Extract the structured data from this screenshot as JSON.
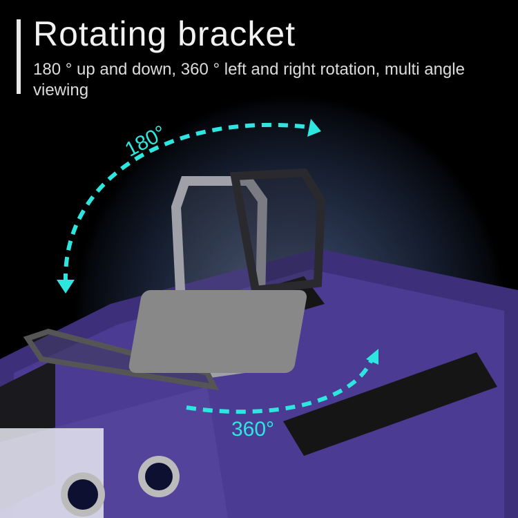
{
  "title": "Rotating bracket",
  "subtitle": "180 ° up and down, 360 ° left and right rotation, multi angle viewing",
  "labels": {
    "vertical_rotation": "180°",
    "horizontal_rotation": "360°"
  },
  "colors": {
    "accent": "#2ee6e0",
    "case": "#4a3a8c",
    "background": "#000000"
  }
}
